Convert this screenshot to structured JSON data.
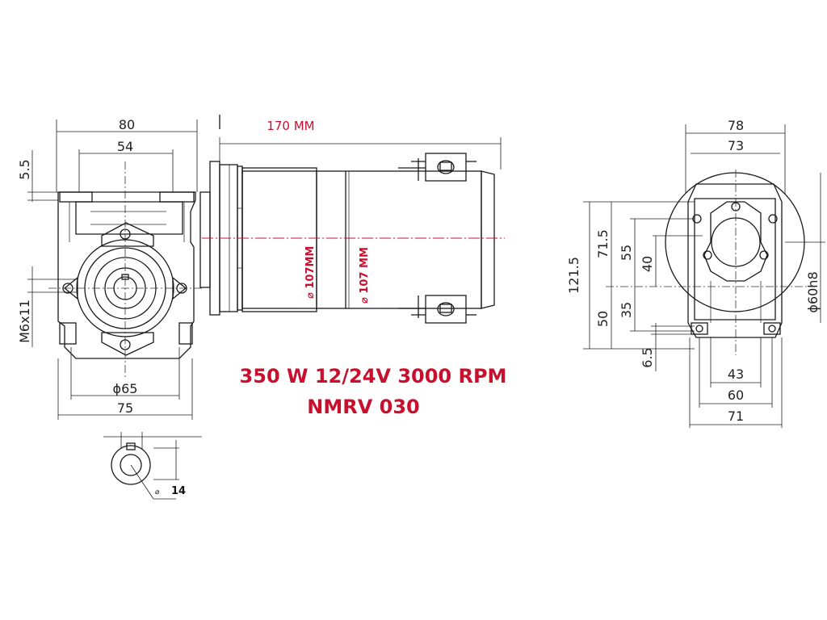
{
  "labels": {
    "motor_length": "170 MM",
    "motor_dia_1": "⌀ 107MM",
    "motor_dia_2": "⌀ 107 MM",
    "spec_line1": "350 W 12/24V 3000 RPM",
    "spec_line2": "NMRV 030",
    "shaft_dia": "14",
    "shaft_dia_symbol": "⌀"
  },
  "front_view": {
    "width_top": "80",
    "width_inner": "54",
    "height_small": "5.5",
    "thread": "M6x11",
    "bore": "ϕ65",
    "width_bottom": "75"
  },
  "side_view": {
    "width_top": "78",
    "width_inner": "73",
    "h_total": "121.5",
    "h_upper": "71.5",
    "h_55": "55",
    "h_40": "40",
    "h_50": "50",
    "h_35": "35",
    "h_65": "6.5",
    "flange": "ϕ60h8",
    "base_43": "43",
    "base_60": "60",
    "base_71": "71"
  }
}
